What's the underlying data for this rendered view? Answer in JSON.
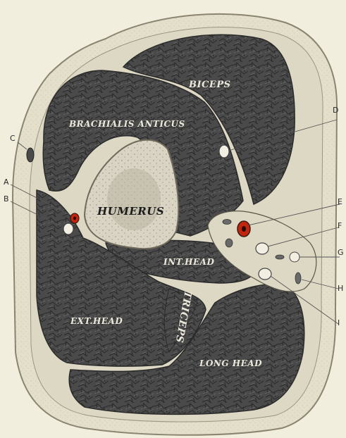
{
  "structures": {
    "biceps": "BICEPS",
    "brachialis": "BRACHIALIS ANTICUS",
    "humerus": "HUMERUS",
    "int_head": "INT.HEAD",
    "ext_head": "EXT.HEAD",
    "long_head": "LONG HEAD",
    "triceps": "TRICEPS"
  },
  "letters": {
    "a": "A",
    "b": "B",
    "c": "C",
    "d": "D",
    "e": "E",
    "f": "F",
    "g": "G",
    "h": "H",
    "i": "I"
  },
  "colors": {
    "background": "#f1eede",
    "skin": "#e4dfc9",
    "muscle": "#4c4c4c",
    "fascia": "#ddd8c4",
    "bone": "#d7d2c1",
    "artery": "#c2260f"
  }
}
